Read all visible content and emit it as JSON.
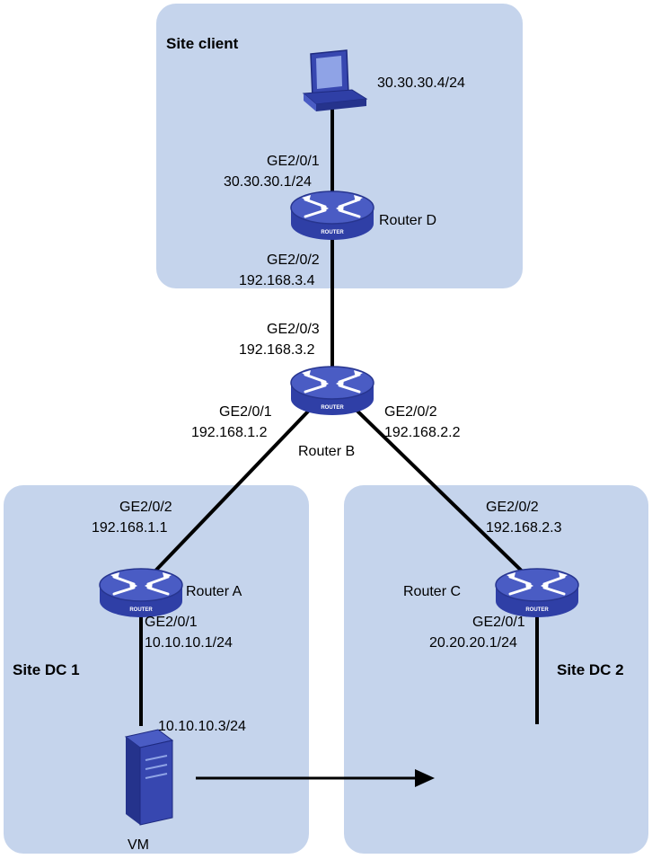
{
  "colors": {
    "zone_fill": "#c5d4ec",
    "router_body": "#2f3fa6",
    "router_top": "#4a5cc4",
    "link": "#000000"
  },
  "zones": {
    "client": "Site client",
    "dc1": "Site DC 1",
    "dc2": "Site DC 2"
  },
  "devices": {
    "router_a": {
      "name": "Router A",
      "badge": "ROUTER"
    },
    "router_b": {
      "name": "Router B",
      "badge": "ROUTER"
    },
    "router_c": {
      "name": "Router C",
      "badge": "ROUTER"
    },
    "router_d": {
      "name": "Router D",
      "badge": "ROUTER"
    },
    "client_pc": {
      "ip": "30.30.30.4/24"
    },
    "vm": {
      "name": "VM",
      "ip": "10.10.10.3/24"
    }
  },
  "interfaces": {
    "d_ge1": {
      "port": "GE2/0/1",
      "ip": "30.30.30.1/24"
    },
    "d_ge2": {
      "port": "GE2/0/2",
      "ip": "192.168.3.4"
    },
    "b_ge3": {
      "port": "GE2/0/3",
      "ip": "192.168.3.2"
    },
    "b_ge1": {
      "port": "GE2/0/1",
      "ip": "192.168.1.2"
    },
    "b_ge2": {
      "port": "GE2/0/2",
      "ip": "192.168.2.2"
    },
    "a_ge2": {
      "port": "GE2/0/2",
      "ip": "192.168.1.1"
    },
    "a_ge1": {
      "port": "GE2/0/1",
      "ip": "10.10.10.1/24"
    },
    "c_ge2": {
      "port": "GE2/0/2",
      "ip": "192.168.2.3"
    },
    "c_ge1": {
      "port": "GE2/0/1",
      "ip": "20.20.20.1/24"
    }
  }
}
